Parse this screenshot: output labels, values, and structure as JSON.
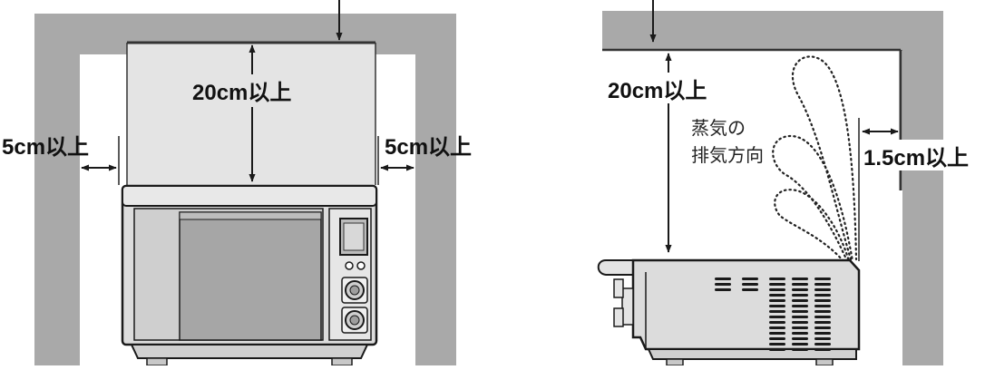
{
  "front_view": {
    "top_clearance_label": "20cm以上",
    "left_clearance_label": "5cm以上",
    "right_clearance_label": "5cm以上"
  },
  "side_view": {
    "top_clearance_label": "20cm以上",
    "rear_clearance_label": "1.5cm以上",
    "steam_label_line1": "蒸気の",
    "steam_label_line2": "排気方向"
  },
  "colors": {
    "wall": "#a9a9a9",
    "clearance_zone": "#e4e4e4",
    "body": "#dcdcdc",
    "line": "#1a1a1a",
    "window": "#a6a6a6"
  }
}
